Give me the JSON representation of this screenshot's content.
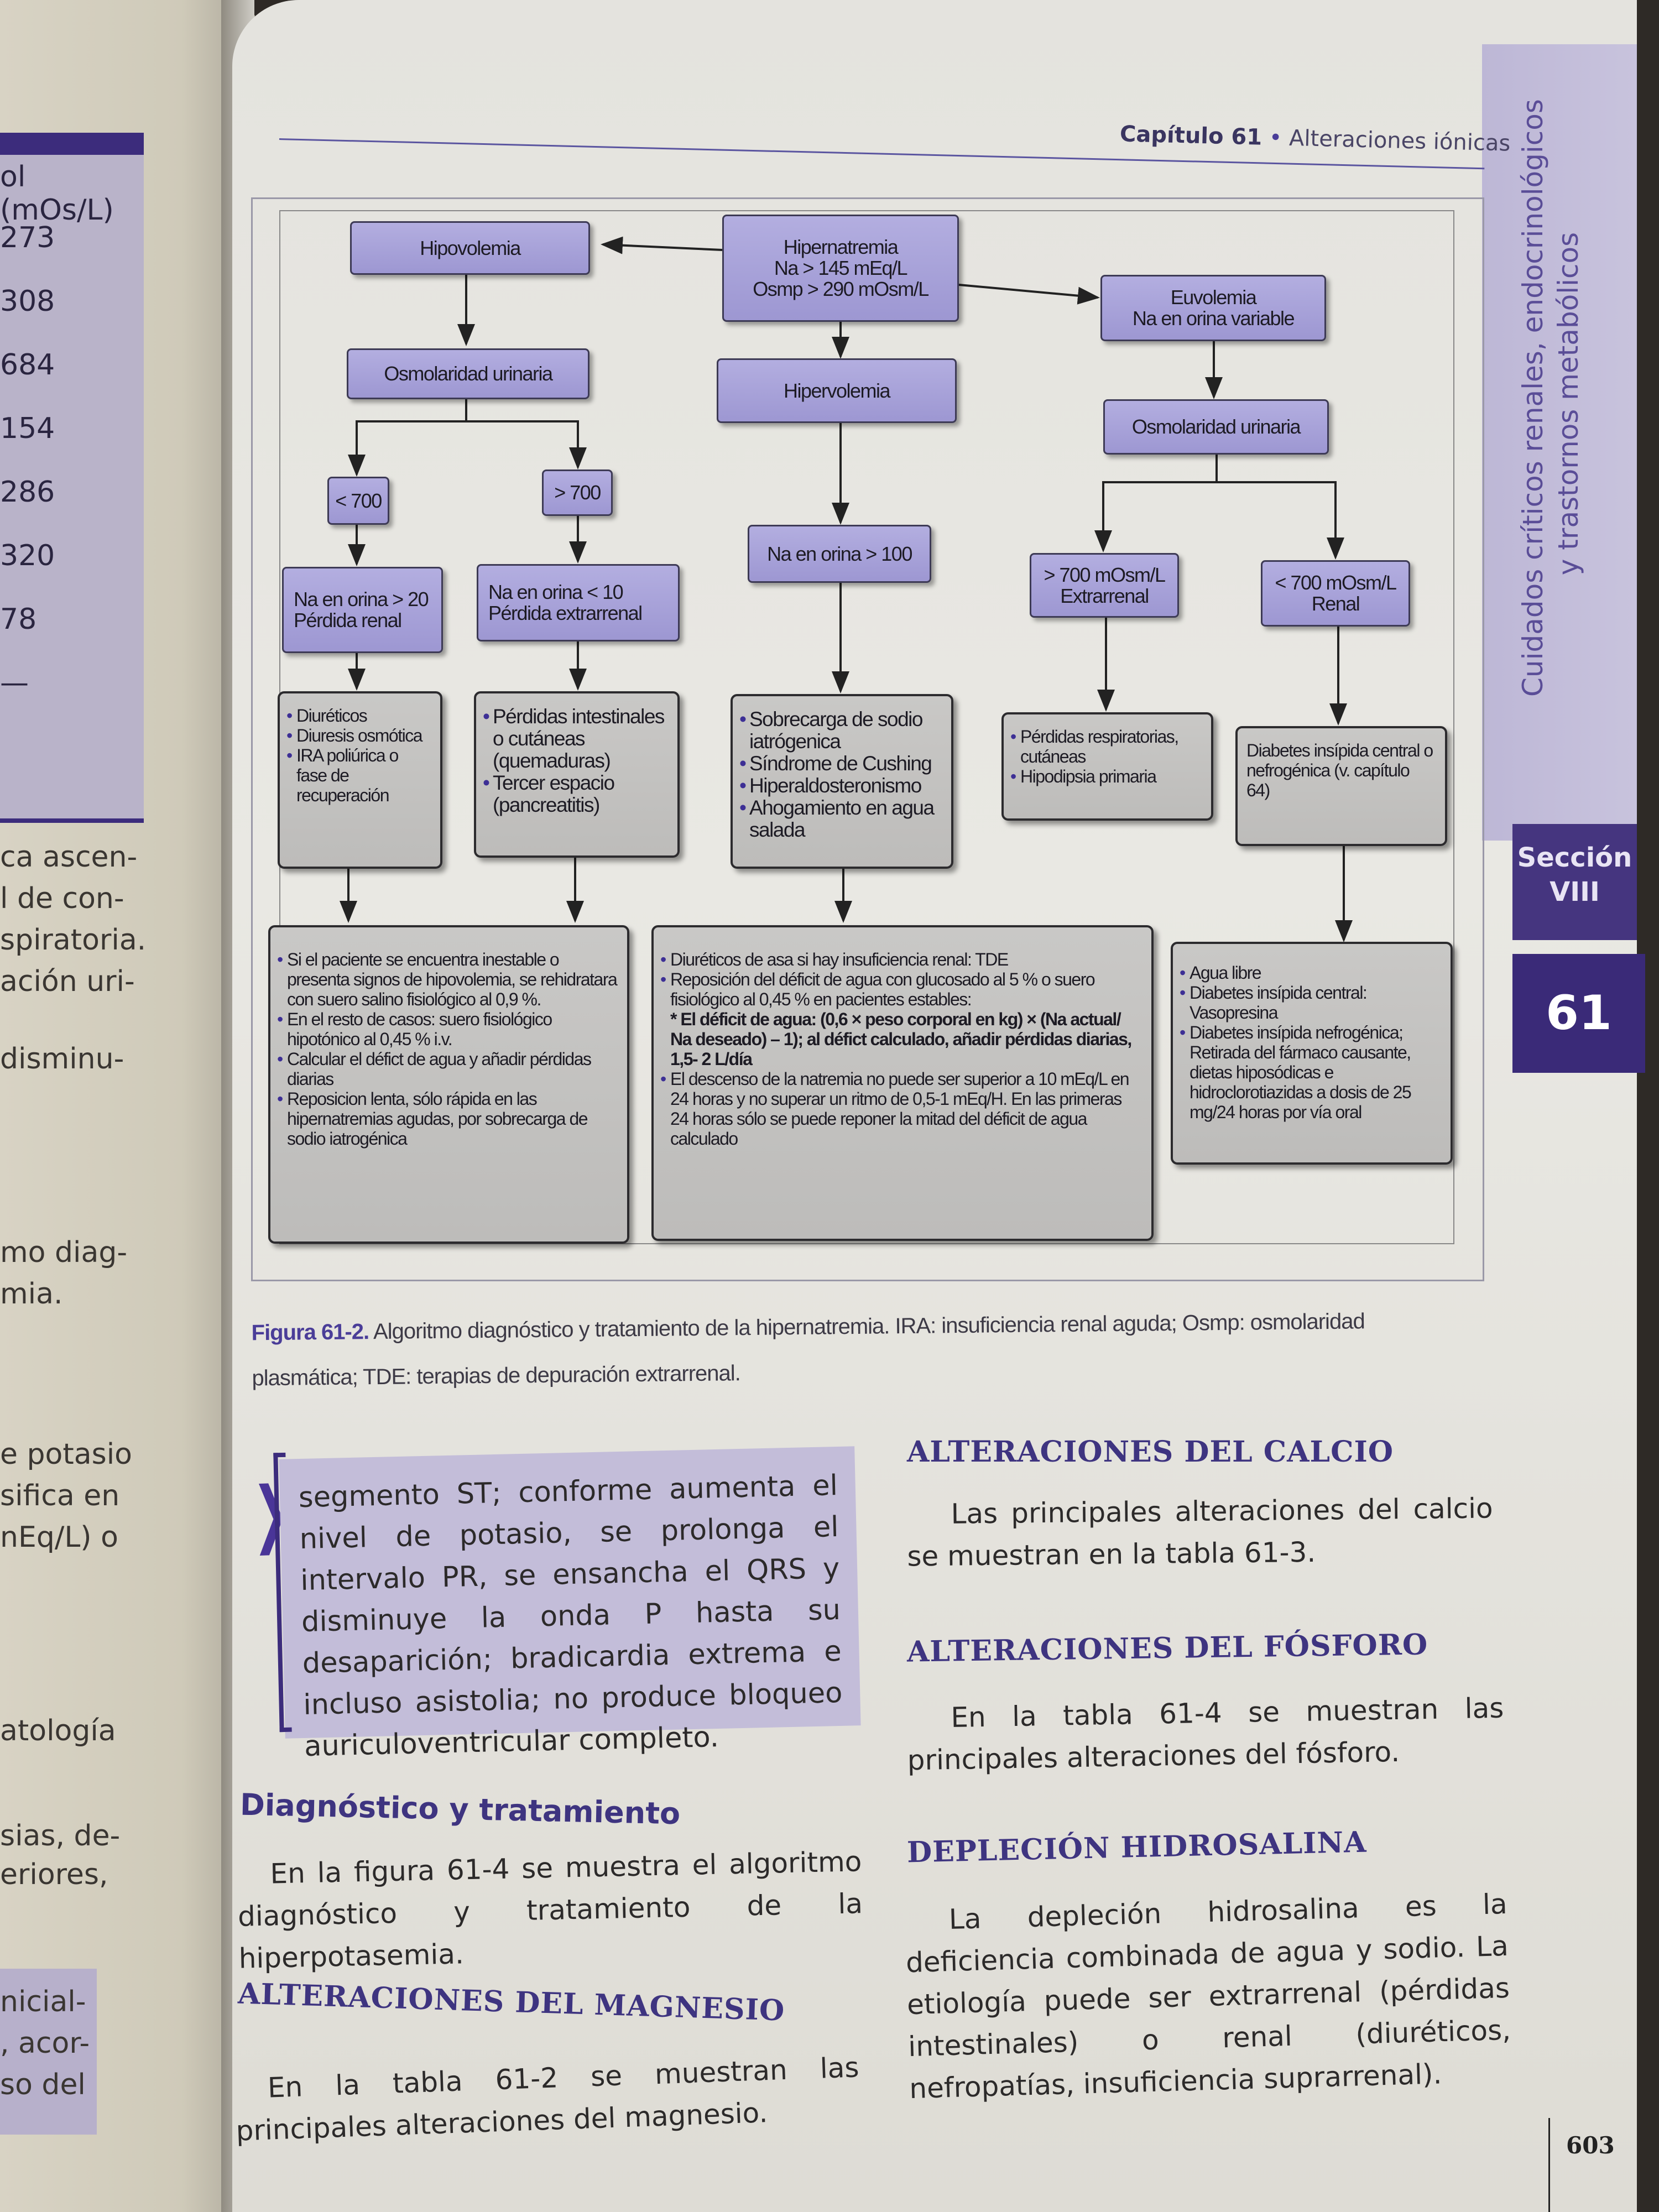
{
  "left_page": {
    "table_values": [
      "ol (mOs/L)",
      "273",
      "308",
      "684",
      "154",
      "286",
      "320",
      "78",
      "—"
    ],
    "text_lines": [
      "ca ascen-",
      "l de con-",
      "spiratoria.",
      "ación uri-",
      "disminu-",
      "mo diag-",
      "mia.",
      "e potasio",
      "sifica en",
      "nEq/L) o",
      "atología",
      "sias, de-",
      "eriores,"
    ],
    "box_lines": [
      "nicial-",
      ", acor-",
      "so del"
    ]
  },
  "side_tab": {
    "line1": "Cuidados críticos renales, endocrinológicos",
    "line2": "y trastornos metabólicos",
    "section_label": "Sección",
    "section_number": "VIII",
    "chapter_number": "61"
  },
  "running_head": {
    "chapter": "Capítulo 61",
    "bullet": "•",
    "title": "Alteraciones iónicas"
  },
  "flowchart": {
    "root": [
      "Hipernatremia",
      "Na > 145 mEq/L",
      "Osmp > 290 mOsm/L"
    ],
    "hipovolemia": "Hipovolemia",
    "euvolemia": [
      "Euvolemia",
      "Na en orina variable"
    ],
    "hipervolemia": "Hipervolemia",
    "osm_left": "Osmolaridad urinaria",
    "osm_right": "Osmolaridad urinaria",
    "lt700": "< 700",
    "gt700": "> 700",
    "na_gt20": [
      "Na en orina > 20",
      "Pérdida renal"
    ],
    "na_lt10": [
      "Na en orina < 10",
      "Pérdida extrarrenal"
    ],
    "na_gt100": "Na en orina > 100",
    "extrarrenal": [
      "> 700 mOsm/L",
      "Extrarrenal"
    ],
    "renal": [
      "< 700 mOsm/L",
      "Renal"
    ],
    "causes_renal": [
      "Diuréticos",
      "Diuresis osmótica",
      "IRA poliúrica o fase de recuperación"
    ],
    "causes_extrarrenal": [
      "Pérdidas intestinales o cutáneas (quemaduras)",
      "Tercer espacio (pancreatitis)"
    ],
    "causes_hipervolemia": [
      "Sobrecarga de sodio iatrógenica",
      "Síndrome de Cushing",
      "Hiperaldosteronismo",
      "Ahogamiento en agua salada"
    ],
    "causes_euvol_extra": [
      "Pérdidas respiratorias, cutáneas",
      "Hipodipsia primaria"
    ],
    "causes_euvol_renal": "Diabetes insípida central o nefrogénica (v. capítulo 64)",
    "tx_hipovolemia": [
      "Si el paciente se encuentra inestable o presenta signos de hipovolemia, se rehidratara con suero salino fisiológico al 0,9 %.",
      "En el resto de casos: suero fisiológico hipotónico al 0,45 % i.v.",
      "Calcular  el défict de agua y añadir pérdidas diarias",
      "Reposicion lenta, sólo rápida en las hipernatremias agudas, por sobrecarga de sodio iatrogénica"
    ],
    "tx_hipervolemia": {
      "item1": "Diuréticos de asa si hay insuficiencia renal: TDE",
      "item2": "Reposición del déficit de agua con glucosado al 5 % o suero fisiológico al 0,45 % en pacientes estables:",
      "formula": "* El déficit de agua: (0,6 × peso corporal en kg) × (Na actual/ Na deseado) – 1); al défict  calculado, añadir pérdidas diarias, 1,5- 2 L/día",
      "item3": "El descenso de la natremia no puede ser superior a 10 mEq/L en 24 horas y no superar un ritmo de 0,5-1 mEq/H. En las primeras 24 horas sólo se puede reponer la mitad del déficit de agua calculado"
    },
    "tx_euvolemia": [
      "Agua libre",
      "Diabetes insípida central: Vasopresina",
      "Diabetes insípida nefrogénica; Retirada del fármaco causante, dietas hiposódicas e hidroclorotiazidas a dosis de 25 mg/24 horas por vía oral"
    ]
  },
  "caption": {
    "figure": "Figura 61-2.",
    "text": "Algoritmo diagnóstico y tratamiento de la hipernatremia. IRA: insuficiencia renal aguda; Osmp: osmolaridad plasmática; TDE: terapias de depuración extrarrenal."
  },
  "left_column": {
    "callout": "segmento ST; conforme aumenta el nivel de potasio, se prolonga el intervalo PR, se ensancha el QRS y disminuye la onda P hasta su desaparición; bradicardia extrema e incluso asistolia; no produce bloqueo auriculoventricular completo.",
    "h_diag": "Diagnóstico y tratamiento",
    "p_diag": "En la figura 61-4 se muestra el algoritmo diagnóstico y tratamiento de la hiperpotasemia.",
    "h_mg": "ALTERACIONES DEL MAGNESIO",
    "p_mg": "En la tabla 61-2 se muestran las principales alteraciones del magnesio."
  },
  "right_column": {
    "h_ca": "ALTERACIONES DEL CALCIO",
    "p_ca": "Las principales alteraciones del calcio se muestran en la tabla 61-3.",
    "h_p": "ALTERACIONES DEL FÓSFORO",
    "p_p": "En la tabla 61-4 se muestran las principales alteraciones del fósforo.",
    "h_dh": "DEPLECIÓN HIDROSALINA",
    "p_dh": "La depleción hidrosalina es la deficiencia combinada de agua y sodio. La etiología puede ser extrarrenal (pérdidas intestinales) o renal (diuréticos, nefropatías, insuficiencia suprarrenal)."
  },
  "page_number": "603"
}
